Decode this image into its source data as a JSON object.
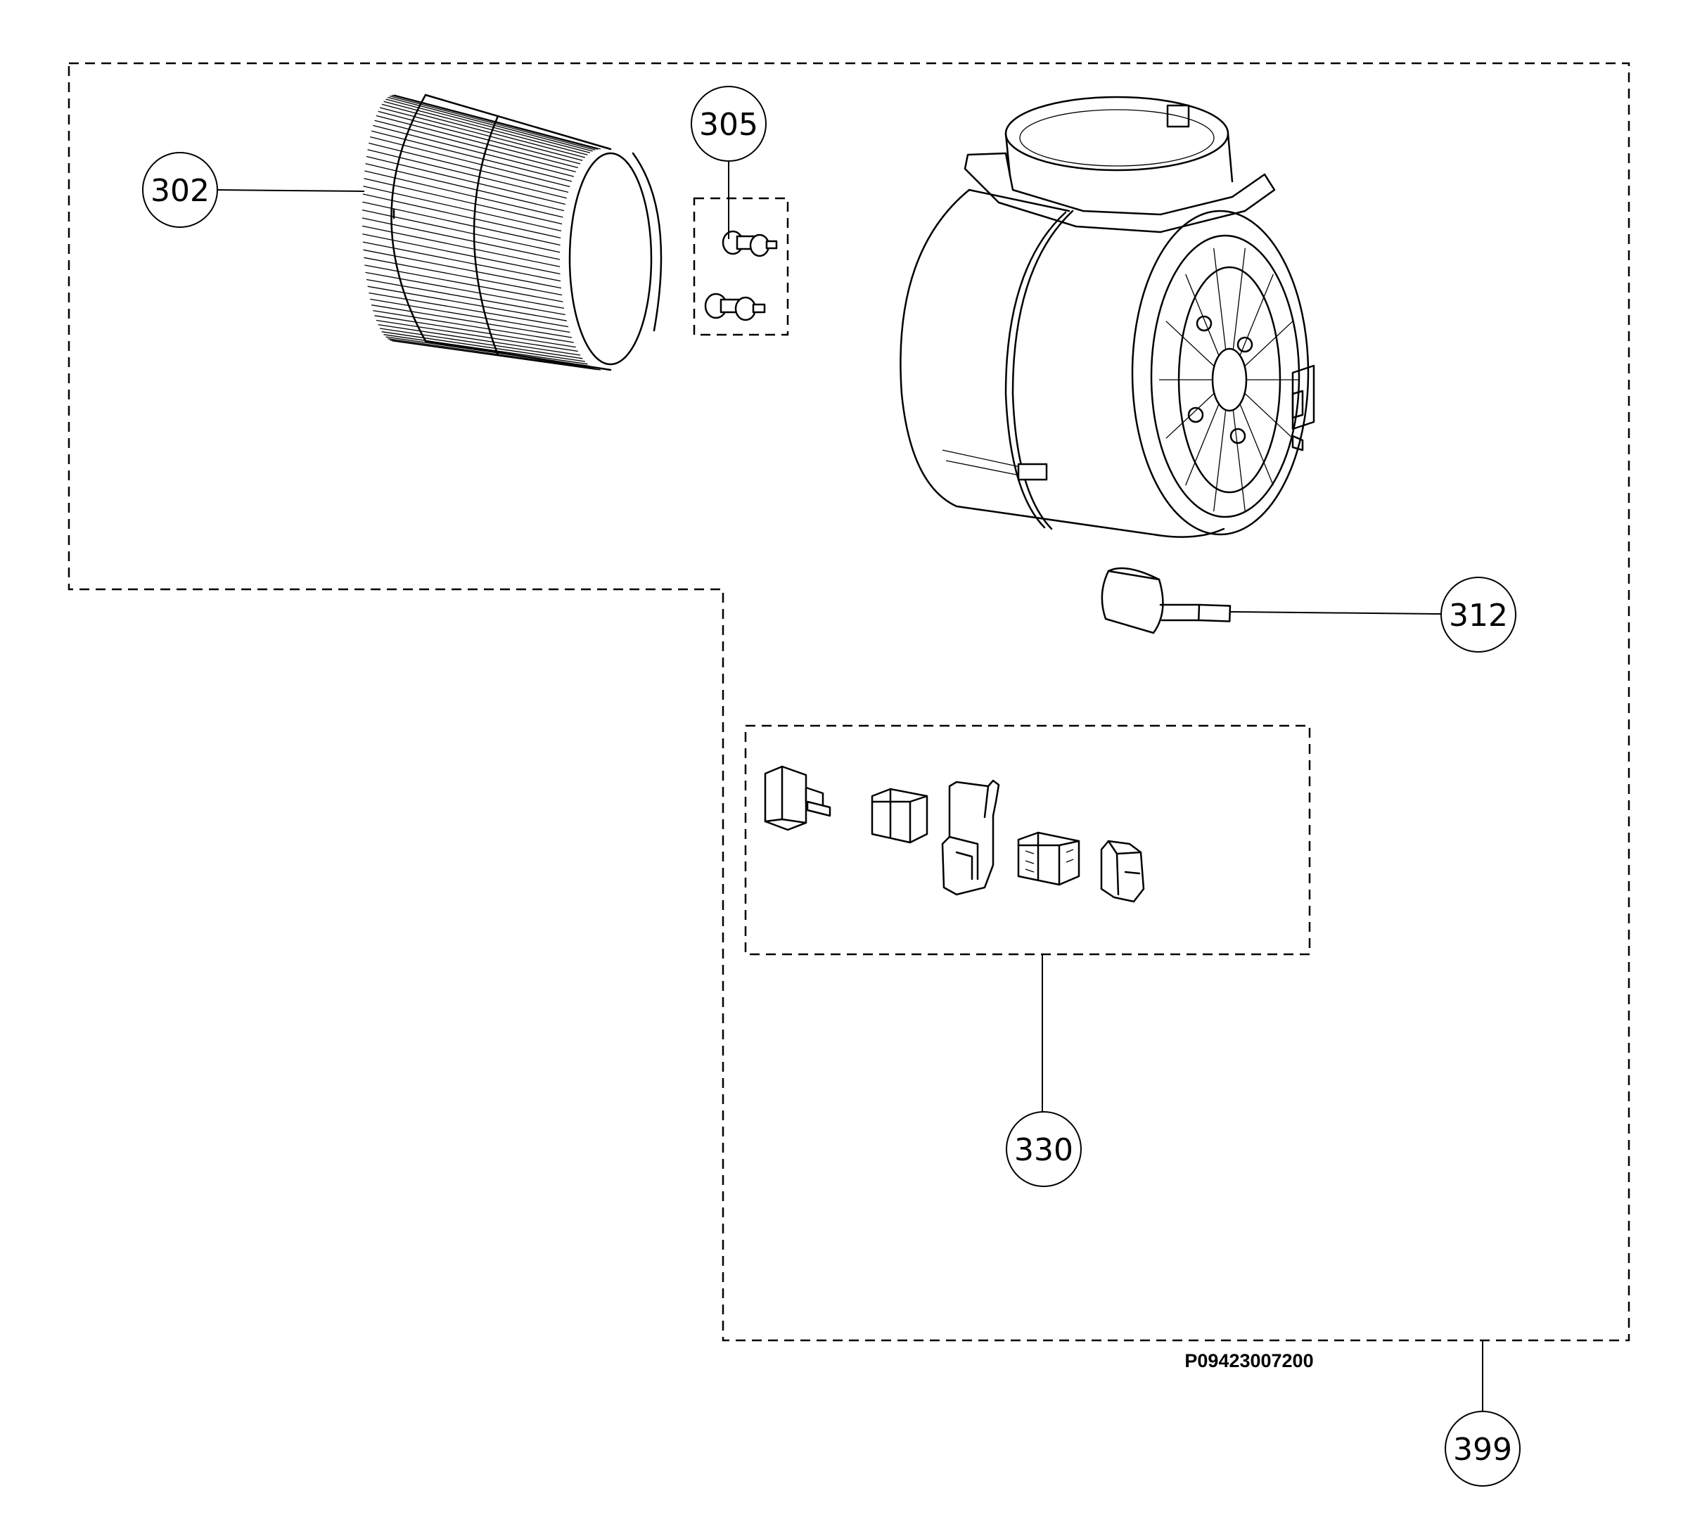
{
  "callouts": {
    "c302": "302",
    "c305": "305",
    "c312": "312",
    "c330": "330",
    "c399": "399"
  },
  "drawing_code": "P09423007200",
  "colors": {
    "ink": "#000000",
    "paper": "#ffffff"
  }
}
